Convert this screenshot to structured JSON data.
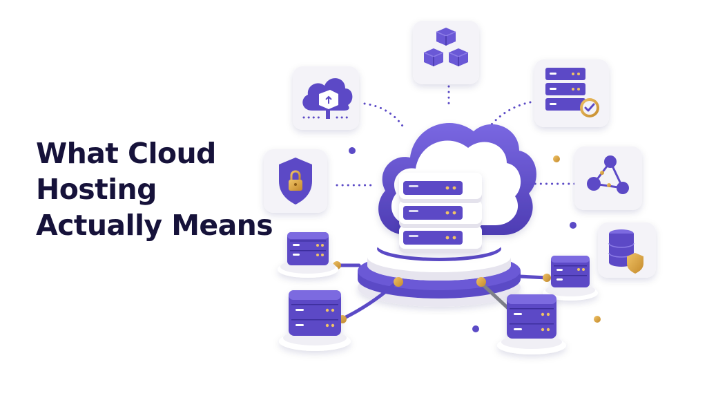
{
  "headline": {
    "line1": "What Cloud",
    "line2": "Hosting",
    "line3": "Actually Means"
  },
  "colors": {
    "text": "#16123a",
    "brand_purple": "#5b4ac6",
    "purple_dark": "#4535a8",
    "purple_light": "#7c6be0",
    "gold": "#d9a441",
    "tile_bg": "#f3f2f7",
    "server_white": "#f2f1f6"
  },
  "icons": [
    "cloud-upload-icon",
    "cubes-icon",
    "server-check-icon",
    "shield-lock-icon",
    "network-nodes-icon",
    "database-shield-icon"
  ]
}
